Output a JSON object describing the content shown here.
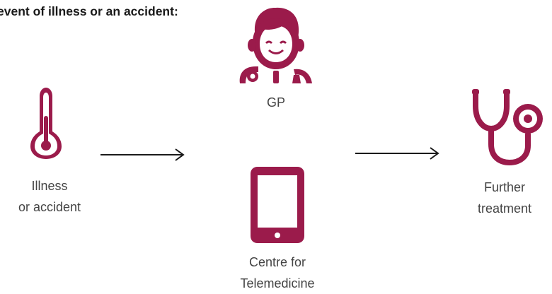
{
  "heading": "event of illness or an accident:",
  "accent_color": "#9b1b4b",
  "nodes": {
    "illness": {
      "icon": "thermometer-icon",
      "line1": "Illness",
      "line2": "or accident"
    },
    "gp": {
      "icon": "doctor-icon",
      "line1": "GP"
    },
    "telemedicine": {
      "icon": "tablet-icon",
      "line1": "Centre for",
      "line2": "Telemedicine"
    },
    "further": {
      "icon": "stethoscope-icon",
      "line1": "Further",
      "line2": "treatment"
    }
  }
}
